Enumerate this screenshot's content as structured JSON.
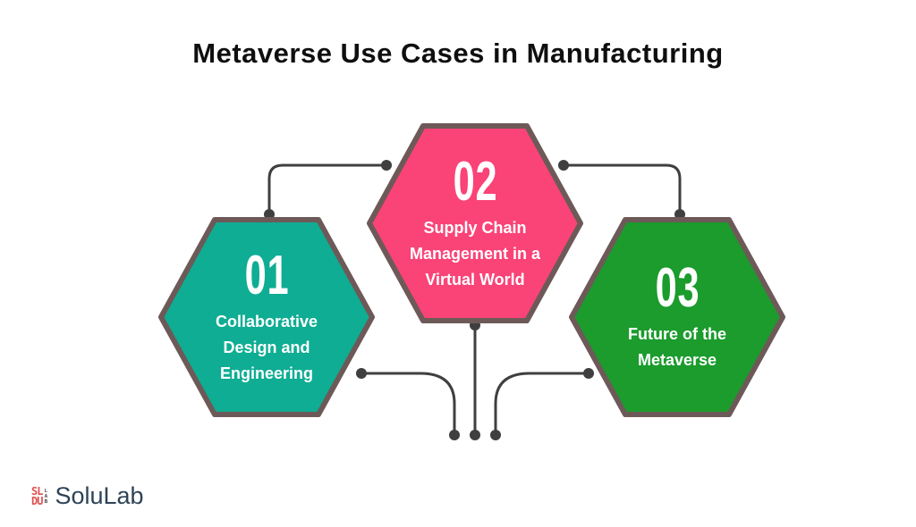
{
  "title": "Metaverse Use Cases in Manufacturing",
  "hexagons": [
    {
      "number": "01",
      "lines": [
        "Collaborative",
        "Design and",
        "Engineering"
      ],
      "color": "#0FAD93"
    },
    {
      "number": "02",
      "lines": [
        "Supply Chain",
        "Management in a",
        "Virtual World"
      ],
      "color": "#FA4377"
    },
    {
      "number": "03",
      "lines": [
        "Future of the",
        "Metaverse"
      ],
      "color": "#1B9C2D"
    }
  ],
  "colors": {
    "hex_border": "#6D5A58",
    "connector": "#3F3F3F",
    "title_text": "#0F0F0F",
    "number_text": "#FFFFFF",
    "label_text": "#FFFFFF",
    "logo_mark": "#E0514F",
    "logo_mark_side": "#3A3A3A",
    "logo_text": "#2D4356"
  },
  "logo": {
    "icon_top": "SL",
    "icon_bottom": "DU",
    "icon_side": "LAB",
    "text": "SoluLab"
  }
}
